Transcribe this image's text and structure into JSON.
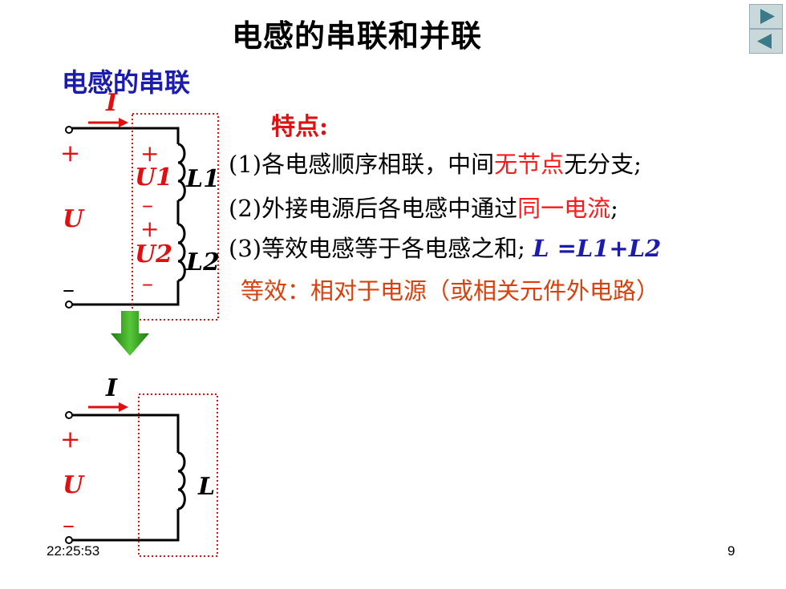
{
  "slide": {
    "title": "电感的串联和并联",
    "section_heading": "电感的串联",
    "features_heading": "特点:",
    "feature_1": {
      "prefix": "(1)各电感顺序相联，中间",
      "highlight": "无节点",
      "suffix": "无分支;"
    },
    "feature_2": {
      "prefix": "(2)外接电源后各电感中通过",
      "highlight": "同一电流",
      "suffix": ";"
    },
    "feature_3": {
      "prefix": "(3)等效电感等于各电感之和;",
      "formula": "L =L1+L2"
    },
    "equivalence_note": "等效：相对于电源（或相关元件外电路）"
  },
  "circuit_top": {
    "current": "I",
    "plus": "+",
    "minus": "–",
    "source_voltage": "U",
    "u1": "U1",
    "u2": "U2",
    "l1": "L1",
    "l2": "L2"
  },
  "circuit_bottom": {
    "current": "I",
    "plus": "+",
    "minus": "–",
    "source_voltage": "U",
    "inductor": "L"
  },
  "footer": {
    "time": "22:25:53",
    "page_number": "9"
  },
  "colors": {
    "label_red": "#e01010",
    "heading_blue": "#1b1bb0",
    "note_orange": "#d8400c",
    "arrow_green": "#3aa01c"
  },
  "icons": [
    "play-next-icon",
    "play-prev-icon",
    "down-arrow-icon"
  ]
}
